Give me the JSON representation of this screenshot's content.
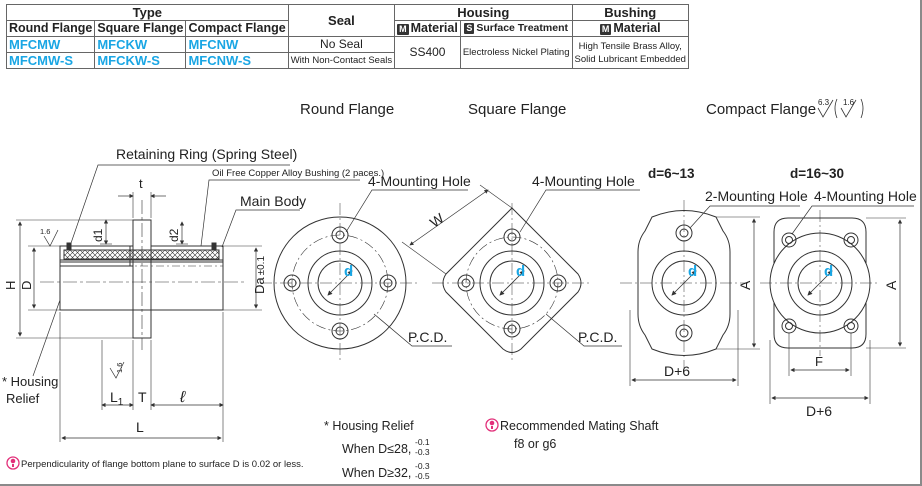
{
  "table": {
    "type_header": "Type",
    "seal_header": "Seal",
    "housing_header": "Housing",
    "bushing_header": "Bushing",
    "col_round": "Round Flange",
    "col_square": "Square Flange",
    "col_compact": "Compact Flange",
    "col_material_tag": "M",
    "col_material": "Material",
    "col_surface_tag": "S",
    "col_surface": "Surface Treatment",
    "col_bmaterial_tag": "M",
    "col_bmaterial": "Material",
    "rows": [
      {
        "round": "MFCMW",
        "square": "MFCKW",
        "compact": "MFCNW",
        "seal": "No Seal"
      },
      {
        "round": "MFCMW-S",
        "square": "MFCKW-S",
        "compact": "MFCNW-S",
        "seal": "With Non-Contact Seals"
      }
    ],
    "housing_material": "SS400",
    "surface_treatment": "Electroless Nickel Plating",
    "bushing_material_1": "High Tensile Brass Alloy,",
    "bushing_material_2": "Solid Lubricant Embedded"
  },
  "view_titles": {
    "round": "Round Flange",
    "square": "Square Flange",
    "compact": "Compact Flange",
    "roughness_main": "6.3",
    "roughness_paren": "1.6"
  },
  "side_view": {
    "retaining_ring": "Retaining Ring (Spring Steel)",
    "oil_free": "Oil Free Copper Alloy Bushing (2 paces.)",
    "main_body": "Main Body",
    "t": "t",
    "d1": "d1",
    "d2": "d2",
    "H": "H",
    "D": "D",
    "Da": "Da",
    "Da_tol": "±0.1",
    "rough_a": "1.6",
    "rough_b": "1.6",
    "L1": "L",
    "L1_sub": "1",
    "T": "T",
    "ell": "ℓ",
    "L": "L",
    "housing_relief_1": "* Housing",
    "housing_relief_2": "Relief"
  },
  "flange_views": {
    "mounting_hole_4": "4-Mounting Hole",
    "mounting_hole_4b": "4-Mounting Hole",
    "mounting_hole_2": "2-Mounting Hole",
    "mounting_hole_4c": "4-Mounting Hole",
    "W": "W",
    "pcd_1": "P.C.D.",
    "pcd_2": "P.C.D.",
    "d": "d",
    "range_1": "d=6~13",
    "range_2": "d=16~30",
    "A1": "A",
    "A2": "A",
    "D6_1": "D+6",
    "D6_2": "D+6",
    "F": "F"
  },
  "notes": {
    "housing_relief_title": "* Housing Relief",
    "when1": "When D≤28,",
    "when1_tol_top": "-0.1",
    "when1_tol_bot": "-0.3",
    "when2": "When D≥32,",
    "when2_tol_top": "-0.3",
    "when2_tol_bot": "-0.5",
    "recommended": "Recommended Mating Shaft",
    "shaft_fit": "f8 or g6",
    "perpendicularity": "Perpendicularity of flange bottom plane to surface D is 0.02 or less."
  },
  "colors": {
    "cyan": "#1aa6e4",
    "warn": "#e2307a",
    "line": "#333333"
  }
}
